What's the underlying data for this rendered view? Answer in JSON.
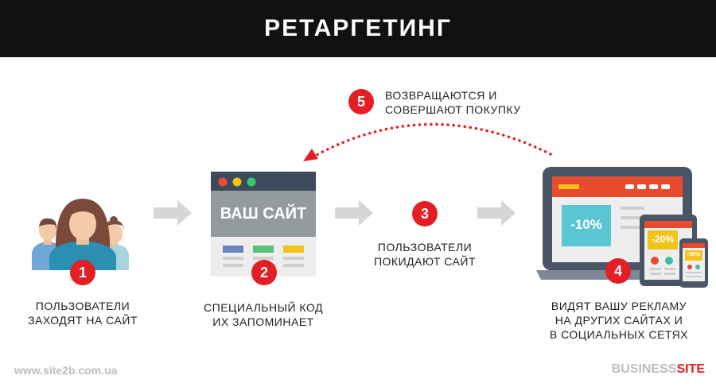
{
  "header": {
    "title": "РЕТАРГЕТИНГ"
  },
  "steps": [
    {
      "number": "1",
      "lines": [
        "ПОЛЬЗОВАТЕЛИ",
        "ЗАХОДЯТ НА САЙТ"
      ]
    },
    {
      "number": "2",
      "lines": [
        "СПЕЦИАЛЬНЫЙ КОД",
        "ИХ ЗАПОМИНАЕТ"
      ]
    },
    {
      "number": "3",
      "lines": [
        "ПОЛЬЗОВАТЕЛИ",
        "ПОКИДАЮТ САЙТ"
      ]
    },
    {
      "number": "4",
      "lines": [
        "ВИДЯТ ВАШУ РЕКЛАМУ",
        "НА ДРУГИХ САЙТАХ И",
        "В СОЦИАЛЬНЫХ СЕТЯХ"
      ]
    },
    {
      "number": "5",
      "lines": [
        "ВОЗВРАЩАЮТСЯ И",
        "СОВЕРШАЮТ ПОКУПКУ"
      ]
    }
  ],
  "website": {
    "label": "ВАШ САЙТ"
  },
  "ads": {
    "laptop": "-10%",
    "tablet": "-20%",
    "phone": "-30%"
  },
  "footer": {
    "url": "www.site2b.com.ua",
    "brand_part1": "BUSINESS",
    "brand_part2": "SITE"
  },
  "colors": {
    "accent": "#e31e24",
    "header_bg": "#111111",
    "arrow_gray": "#d6d6d6",
    "screen_teal": "#5bc6d3",
    "browser_bar": "#3c4a5c"
  }
}
